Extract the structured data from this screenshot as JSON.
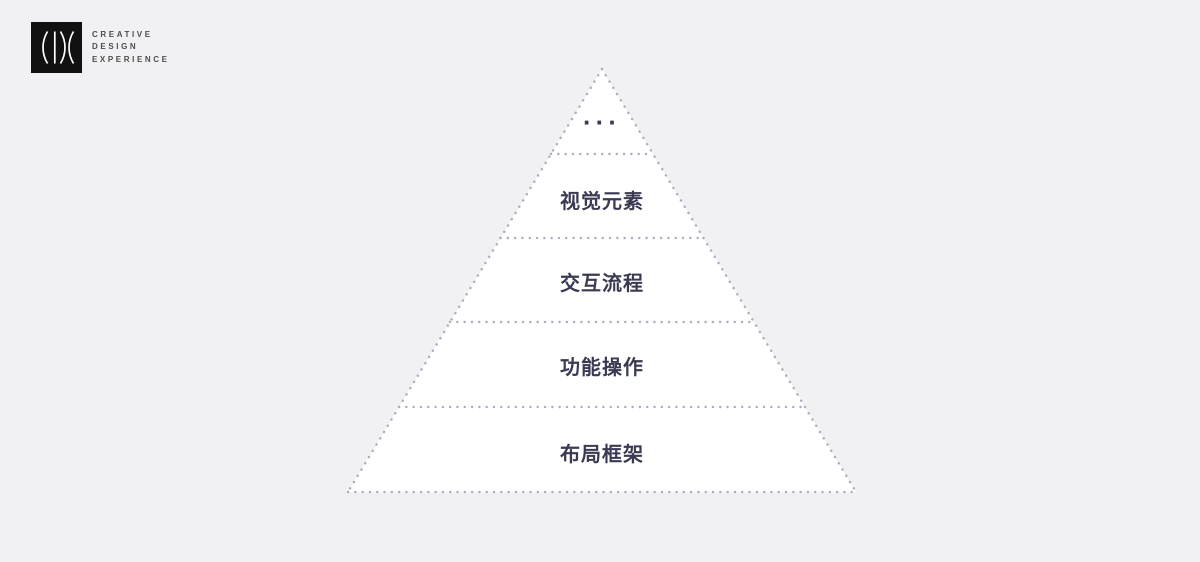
{
  "logo": {
    "mark": "(|)(",
    "lines": [
      "CREATIVE",
      "DESIGN",
      "EXPERIENCE"
    ]
  },
  "pyramid": {
    "type": "pyramid",
    "levels": [
      {
        "label": "···"
      },
      {
        "label": "视觉元素"
      },
      {
        "label": "交互流程"
      },
      {
        "label": "功能操作"
      },
      {
        "label": "布局框架"
      }
    ]
  },
  "colors": {
    "background": "#F1F1F3",
    "level_fill": "#FFFFFF",
    "outline_dots": "#ACACBE",
    "label_text": "#3A3A52",
    "logo_bg": "#111111",
    "logo_fg": "#FFFFFF",
    "logo_text": "#4D4D4D"
  }
}
